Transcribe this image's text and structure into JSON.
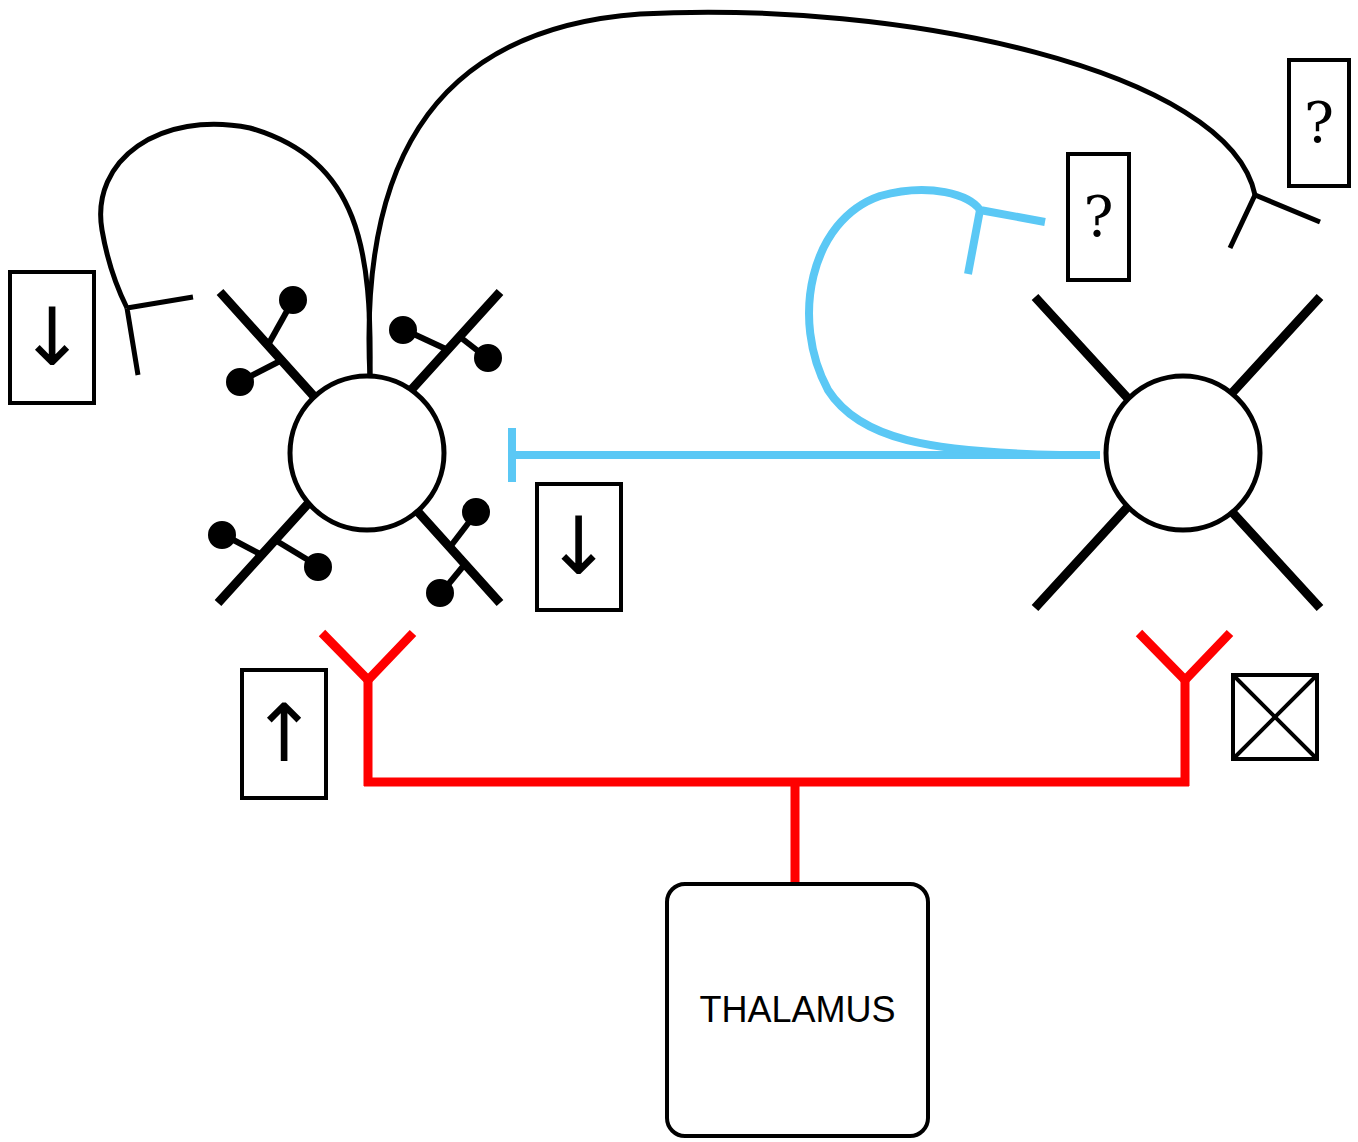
{
  "diagram": {
    "nodes": [
      {
        "text": [
          "?"
        ]
      },
      {
        "text": [
          "?"
        ]
      },
      {
        "text": [
          "↓"
        ]
      },
      {
        "text": [
          "↓"
        ]
      },
      {
        "text": [
          "↑"
        ]
      },
      {
        "text": [
          "THALAMUS"
        ]
      }
    ]
  }
}
